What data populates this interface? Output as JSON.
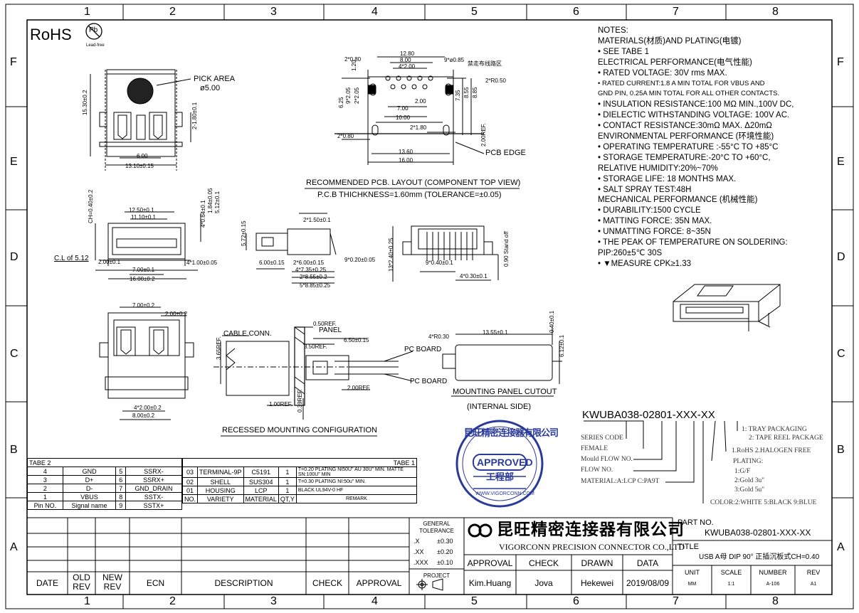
{
  "frame": {
    "columns": [
      "1",
      "2",
      "3",
      "4",
      "5",
      "6",
      "7",
      "8"
    ],
    "rows": [
      "F",
      "E",
      "D",
      "C",
      "B",
      "A"
    ]
  },
  "rohs": {
    "label": "RoHS",
    "badge": "Pb",
    "sub": "Lead-free"
  },
  "notes": [
    "NOTES:",
    "MATERIALS(材质)AND PLATING(电镀)",
    "•  SEE TABE 1",
    "ELECTRICAL PERFORMANCE(电气性能)",
    "•  RATED VOLTAGE: 30V rms MAX.",
    "•  RATED CURRENT:1.8 A MIN TOTAL FOR VBUS AND",
    "GND PIN, 0.25A MIN TOTAL FOR ALL OTHER CONTACTS.",
    "•  INSULATION RESISTANCE:100 MΩ MIN.,100V DC,",
    "•  DIELECTIC WITHSTANDING VOLTAGE: 100V AC.",
    "•  CONTACT RESISTANCE:30mΩ MAX. Δ20mΩ",
    "ENVIRONMENTAL PERFORMANCE (环境性能)",
    "•  OPERATING TEMPERATURE :-55°C TO +85°C",
    "•  STORAGE TEMPERATURE:-20°C TO +60°C,",
    "     RELATIVE HUMIDITY:20%~70%",
    "•  STORAGE LIFE: 18 MONTHS MAX.",
    "•  SALT SPRAY TEST:48H",
    "MECHANICAL PERFORMANCE (机械性能)",
    "•  DURABILITY:1500 CYCLE",
    "•  MATTING FORCE: 35N MAX.",
    "•  UNMATTING FORCE: 8~35N",
    "•  THE PEAK OF TEMPERATURE ON SOLDERING:",
    "     PIP:260±5℃ 30S",
    "•  ▼MEASURE CPK≥1.33"
  ],
  "drawing": {
    "pick_area": "PICK AREA",
    "pick_dia": "ø5.00",
    "pcb_layout_title": "RECOMMENDED PCB. LAYOUT (COMPONENT TOP VIEW)",
    "pcb_thickness": "P.C.B THICHKNESS=1.60mm (TOLERANCE=±0.05)",
    "pcb_edge": "PCB EDGE",
    "keepout": "禁走布线路区",
    "recessed": "RECESSED MOUNTING CONFIGURATION",
    "panel_cutout": "MOUNTING PANEL CUTOUT",
    "internal_side": "(INTERNAL SIDE)",
    "cable_conn": "CABLE CONN.",
    "panel": "PANEL",
    "pc_board": "PC BOARD",
    "cl": "C.L of 5.12",
    "dims": {
      "d1": "15.30±0.2",
      "d2": "6.00",
      "d3": "13.10±0.15",
      "d4": "2-1.80±0.1",
      "p1": "12.80",
      "p2": "8.00",
      "p3": "4*2.00",
      "p4": "9*ø0.85",
      "p5": "2*R0.50",
      "p6": "2*0.80",
      "p7": "1.20",
      "p8": "2.00",
      "p9": "7.00",
      "p10": "10.00",
      "p11": "2*1.80",
      "p12": "13.60",
      "p13": "16.00",
      "p14": "2*0.80",
      "p15": "7.35",
      "p16": "8.55",
      "p17": "8.85",
      "p18": "6.25",
      "p19": "2.00REF.",
      "p20": "9*2.05",
      "p21": "2*2.05",
      "f1": "12.50±0.1",
      "f2": "11.10±0.1",
      "f3": "CH=0.40±0.2",
      "f4": "4*0.64±0.1",
      "f5": "1.84±0.05",
      "f6": "5.12±0.1",
      "f7": "2.00±0.1",
      "f8": "7.00±0.1",
      "f9": "16.00±0.2",
      "f10": "4*1.00±0.05",
      "s1": "2*1.50±0.1",
      "s2": "5.72±0.15",
      "s3": "6.00±0.15",
      "s4": "2*6.00±0.15",
      "s5": "4*7.35±0.25",
      "s6": "2*8.55±0.2",
      "s7": "5*8.85±0.25",
      "s8": "9*0.20±0.05",
      "r1": "9*0.40±0.1",
      "r2": "4*0.30±0.1",
      "r3": "13*2.40±0.25",
      "r4": "0.90 Stand off",
      "b1": "7.00±0.2",
      "b2": "2.00±0.2",
      "b3": "4*2.00±0.2",
      "b4": "8.00±0.2",
      "m1": "0.50REF.",
      "m2": "6.50±0.15",
      "m3": "3.50REF.",
      "m4": "3.65REF.",
      "m5": "2.00REF.",
      "m6": "1.00REF.",
      "m7": "0.39REF.",
      "c1": "4*R0.30",
      "c2": "13.55±0.1",
      "c3": "0.40±0.1",
      "c4": "6.12±0.1"
    }
  },
  "part_code": {
    "code": "KWUBA038-02801-XXX-XX",
    "legend": [
      "SERIES CODE",
      "FEMALE",
      "Mould FLOW NO.",
      "FLOW NO.",
      "MATERIAL:A:LCP C:PA9T",
      "1: TRAY PACKAGING",
      "2: TAPE REEL PACKAGE",
      "1.RoHS  2.HALOGEN FREE",
      "PLATING:",
      "1:G/F",
      "2:Gold 3u\"",
      "3:Gold 5u\"",
      "COLOR:2:WHITE 5:BLACK 9:BLUE"
    ]
  },
  "stamp": {
    "top": "昆旺精密连接器有限公司",
    "approved": "APPROVED",
    "dept": "工程部",
    "url": "WWW.VIGORCONN.COM"
  },
  "tabe2": {
    "title": "TABE 2",
    "rows": [
      [
        "4",
        "GND",
        "5",
        "SSRX-"
      ],
      [
        "3",
        "D+",
        "6",
        "SSRX+"
      ],
      [
        "2",
        "D-",
        "7",
        "GND_DRAIN"
      ],
      [
        "1",
        "VBUS",
        "8",
        "SSTX-"
      ],
      [
        "Pin NO.",
        "Signal name",
        "9",
        "SSTX+"
      ]
    ]
  },
  "tabe1": {
    "title": "TABE 1",
    "rows": [
      [
        "03",
        "TERMINAL-9P",
        "C5191",
        "1",
        "T=0.20 PLATING NI50U\" AU 30U\" MIN. MATTE SN:100U\" MIN"
      ],
      [
        "02",
        "SHELL",
        "SUS304",
        "1",
        "T=0.30  PLATING  NI:50u\" MIN."
      ],
      [
        "01",
        "HOUSING",
        "LCP",
        "1",
        "BLACK UL94V-0 HF"
      ],
      [
        "NO.",
        "VARIETY",
        "MATERIAL",
        "QT,Y",
        "REMARK"
      ]
    ]
  },
  "revision": {
    "date": "DATE",
    "old_rev": "OLD REV",
    "new_rev": "NEW REV",
    "ecn": "ECN",
    "description": "DESCRIPTION",
    "check": "CHECK",
    "approval": "APPROVAL"
  },
  "tolerance": {
    "title": "GENERAL TOLERANCE",
    "rows": [
      [
        ".X",
        "±0.30"
      ],
      [
        ".XX",
        "±0.20"
      ],
      [
        ".XXX",
        "±0.10"
      ]
    ],
    "projection": "PROJECT"
  },
  "company": {
    "cn": "昆旺精密连接器有限公司",
    "en": "VIGORCONN PRECISION CONNECTOR CO.,LTD"
  },
  "sign": {
    "headers": [
      "APPROVAL",
      "CHECK",
      "DRAWN",
      "DATA"
    ],
    "values": [
      "Kim.Huang",
      "Jova",
      "Hekewei",
      "2019/08/09"
    ]
  },
  "title_block": {
    "part_no_label": "PART NO.",
    "part_no": "KWUBA038-02801-XXX-XX",
    "title_label": "TITLE",
    "title": "USB A母 DIP 90° 正插沉板式CH=0.40",
    "labels": [
      "UNIT",
      "SCALE",
      "NUMBER",
      "REV"
    ],
    "values": [
      "MM",
      "1:1",
      "A-106",
      "A1"
    ]
  }
}
